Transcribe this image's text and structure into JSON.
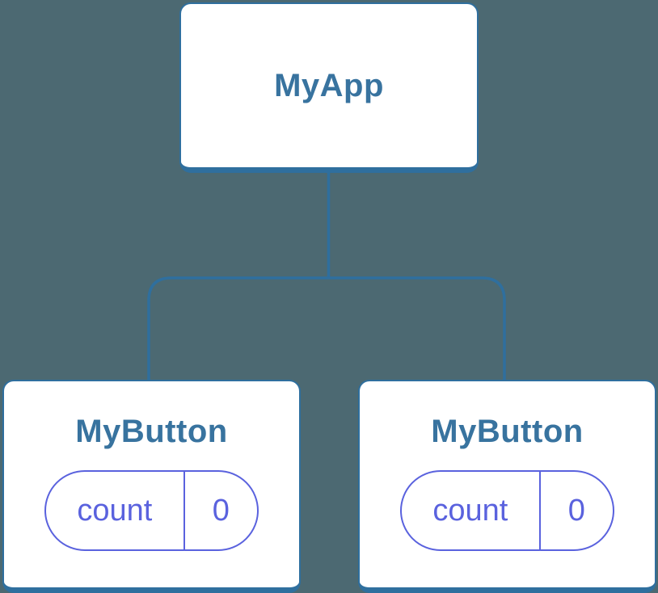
{
  "diagram": {
    "root": {
      "label": "MyApp"
    },
    "children": [
      {
        "label": "MyButton",
        "state": {
          "key": "count",
          "value": "0"
        }
      },
      {
        "label": "MyButton",
        "state": {
          "key": "count",
          "value": "0"
        }
      }
    ]
  },
  "colors": {
    "background": "#4C6972",
    "node_border_blue": "#2F6F9E",
    "node_text_blue": "#38739F",
    "state_purple": "#5A62DE",
    "node_fill": "#FFFFFF"
  }
}
